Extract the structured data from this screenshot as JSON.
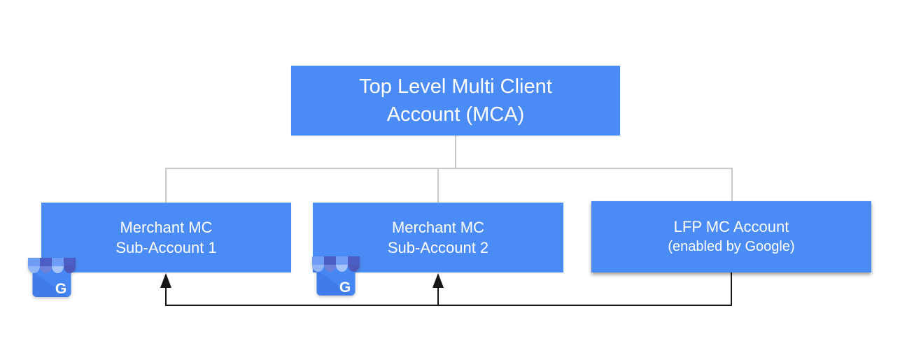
{
  "nodes": {
    "mca": {
      "line1": "Top Level Multi Client",
      "line2": "Account (MCA)"
    },
    "sub1": {
      "line1": "Merchant MC",
      "line2": "Sub-Account 1"
    },
    "sub2": {
      "line1": "Merchant MC",
      "line2": "Sub-Account 2"
    },
    "lfp": {
      "line1": "LFP MC Account",
      "line2": "(enabled by Google)"
    }
  },
  "icons": {
    "business_profile_letter": "G"
  },
  "colors": {
    "node_blue": "#4a8bf5",
    "connector_gray": "#c9c9c9",
    "arrow_black": "#161616",
    "node_text": "#ffffff",
    "background": "#ffffff"
  }
}
